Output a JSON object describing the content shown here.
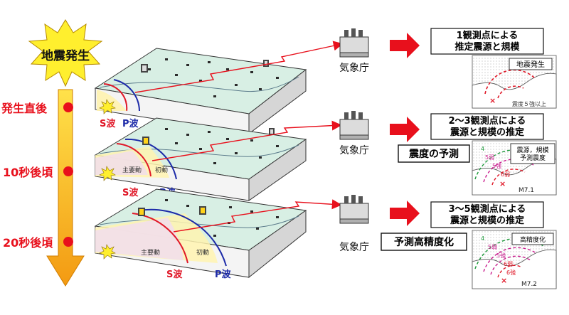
{
  "timeline": {
    "burst_label": "地震発生",
    "stages": [
      {
        "label": "発生直後"
      },
      {
        "label": "10秒後頃"
      },
      {
        "label": "20秒後頃"
      }
    ]
  },
  "panels": [
    {
      "s_wave": "S波",
      "p_wave": "P波",
      "main_motion": "",
      "initial_motion": "",
      "agency": "気象庁",
      "result_title": [
        "1観測点による",
        "推定震源と規模"
      ],
      "map_badge": "地震発生",
      "map_note": "震度５強以上",
      "magnitude": "",
      "prediction_label": "",
      "map_levels": []
    },
    {
      "s_wave": "S波",
      "p_wave": "P波",
      "main_motion": "主要動",
      "initial_motion": "初動",
      "agency": "気象庁",
      "result_title": [
        "2～3観測点による",
        "震源と規模の推定"
      ],
      "map_badge": "震源，規模\n予測震度",
      "map_note": "",
      "magnitude": "M7.1",
      "prediction_label": "震度の予測",
      "map_levels": [
        "4",
        "5弱",
        "5強",
        "6弱"
      ]
    },
    {
      "s_wave": "S波",
      "p_wave": "P波",
      "main_motion": "主要動",
      "initial_motion": "初動",
      "agency": "気象庁",
      "result_title": [
        "3～5観測点による",
        "震源と規模の推定"
      ],
      "map_badge": "高精度化",
      "map_note": "",
      "magnitude": "M7.2",
      "prediction_label": "予測高精度化",
      "map_levels": [
        "4",
        "5弱",
        "5強",
        "6弱",
        "6強"
      ]
    }
  ],
  "colors": {
    "arrow_top": "#ffe24a",
    "arrow_bottom": "#f39a12",
    "dot": "#e8101c",
    "s_wave": "#e01828",
    "p_wave": "#1c2aa8",
    "block_top": "#d8efe4",
    "result_arrow": "#e8101c",
    "magenta": "#c81a8c",
    "green": "#1c9a3a",
    "gray": "#8a8a8a"
  }
}
